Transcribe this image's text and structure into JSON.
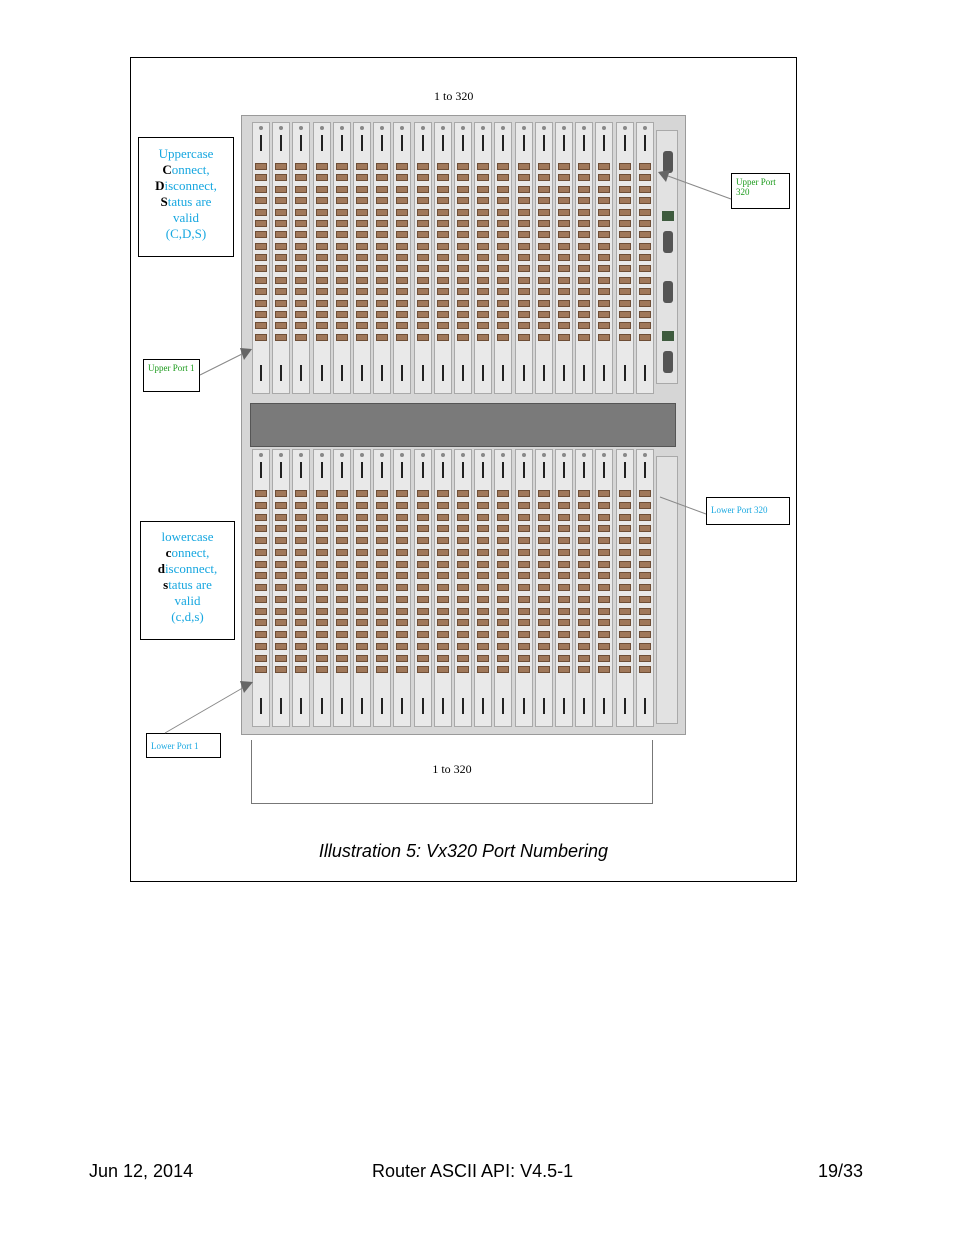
{
  "figure": {
    "top_range": "1 to 320",
    "bottom_range": "1 to 320",
    "caption": "Illustration 5: Vx320 Port Numbering"
  },
  "callouts": {
    "uppercase_lines": [
      "Uppercase",
      "Connect,",
      "Disconnect,",
      "Status are",
      "valid",
      "(C,D,S)"
    ],
    "lowercase_lines": [
      "lowercase",
      "connect,",
      "disconnect,",
      "status are",
      "valid",
      "(c,d,s)"
    ]
  },
  "labels": {
    "upper_port_320": "Upper Port 320",
    "upper_port_1": "Upper Port 1",
    "lower_port_320": "Lower Port 320",
    "lower_port_1": "Lower Port 1"
  },
  "footer": {
    "date": "Jun 12, 2014",
    "title": "Router ASCII API: V4.5-1",
    "page": "19/33"
  },
  "colors": {
    "callout_text": "#17a7e0",
    "upper_label": "#1a9a1a",
    "lower_label": "#17a7e0"
  }
}
